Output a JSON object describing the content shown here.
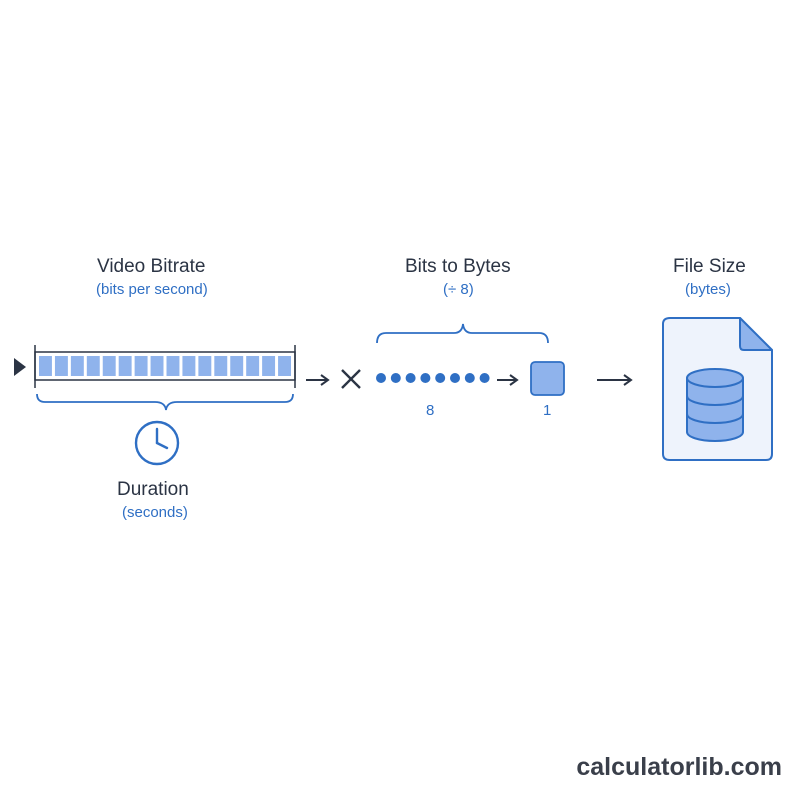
{
  "bitrate": {
    "title": "Video Bitrate",
    "subtitle": "(bits per second)"
  },
  "duration": {
    "title": "Duration",
    "subtitle": "(seconds)"
  },
  "conversion": {
    "title": "Bits to Bytes",
    "subtitle": "(÷ 8)",
    "bits_label": "8",
    "byte_label": "1"
  },
  "filesize": {
    "title": "File Size",
    "subtitle": "(bytes)"
  },
  "brand": "calculatorlib.com",
  "colors": {
    "accent": "#2f6fc4",
    "fill": "#8fb3ec",
    "dark": "#2b3444"
  },
  "icons": [
    "play-icon",
    "multiply-icon",
    "clock-icon",
    "byte-square-icon",
    "file-icon",
    "database-icon",
    "arrow-right-icon"
  ]
}
